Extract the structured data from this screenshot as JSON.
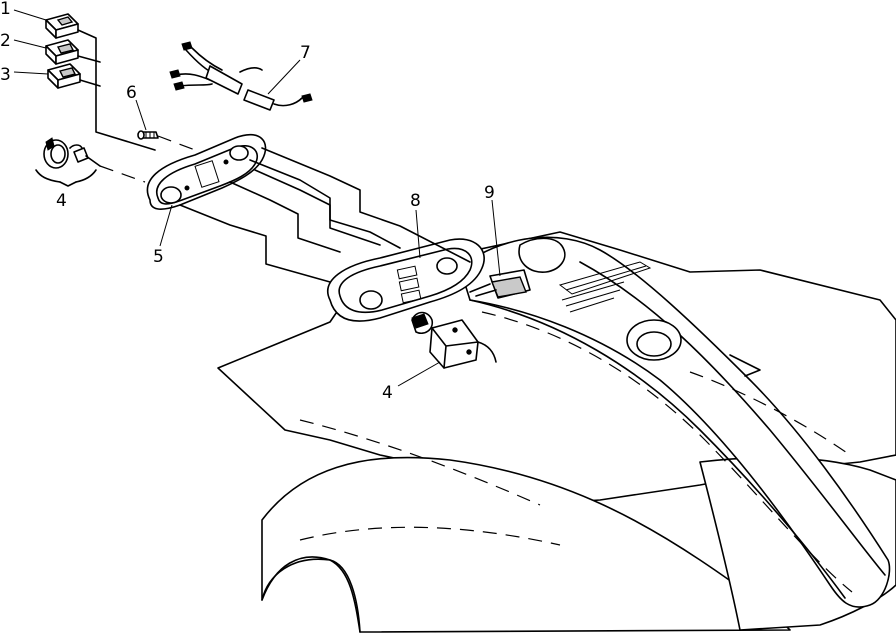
{
  "callouts": {
    "c1": "1",
    "c2": "2",
    "c3": "3",
    "c4a": "4",
    "c5": "5",
    "c6": "6",
    "c7": "7",
    "c8": "8",
    "c9": "9",
    "c4b": "4"
  },
  "colors": {
    "line": "#000000",
    "background": "#ffffff",
    "shade": "#c9c9c9"
  }
}
